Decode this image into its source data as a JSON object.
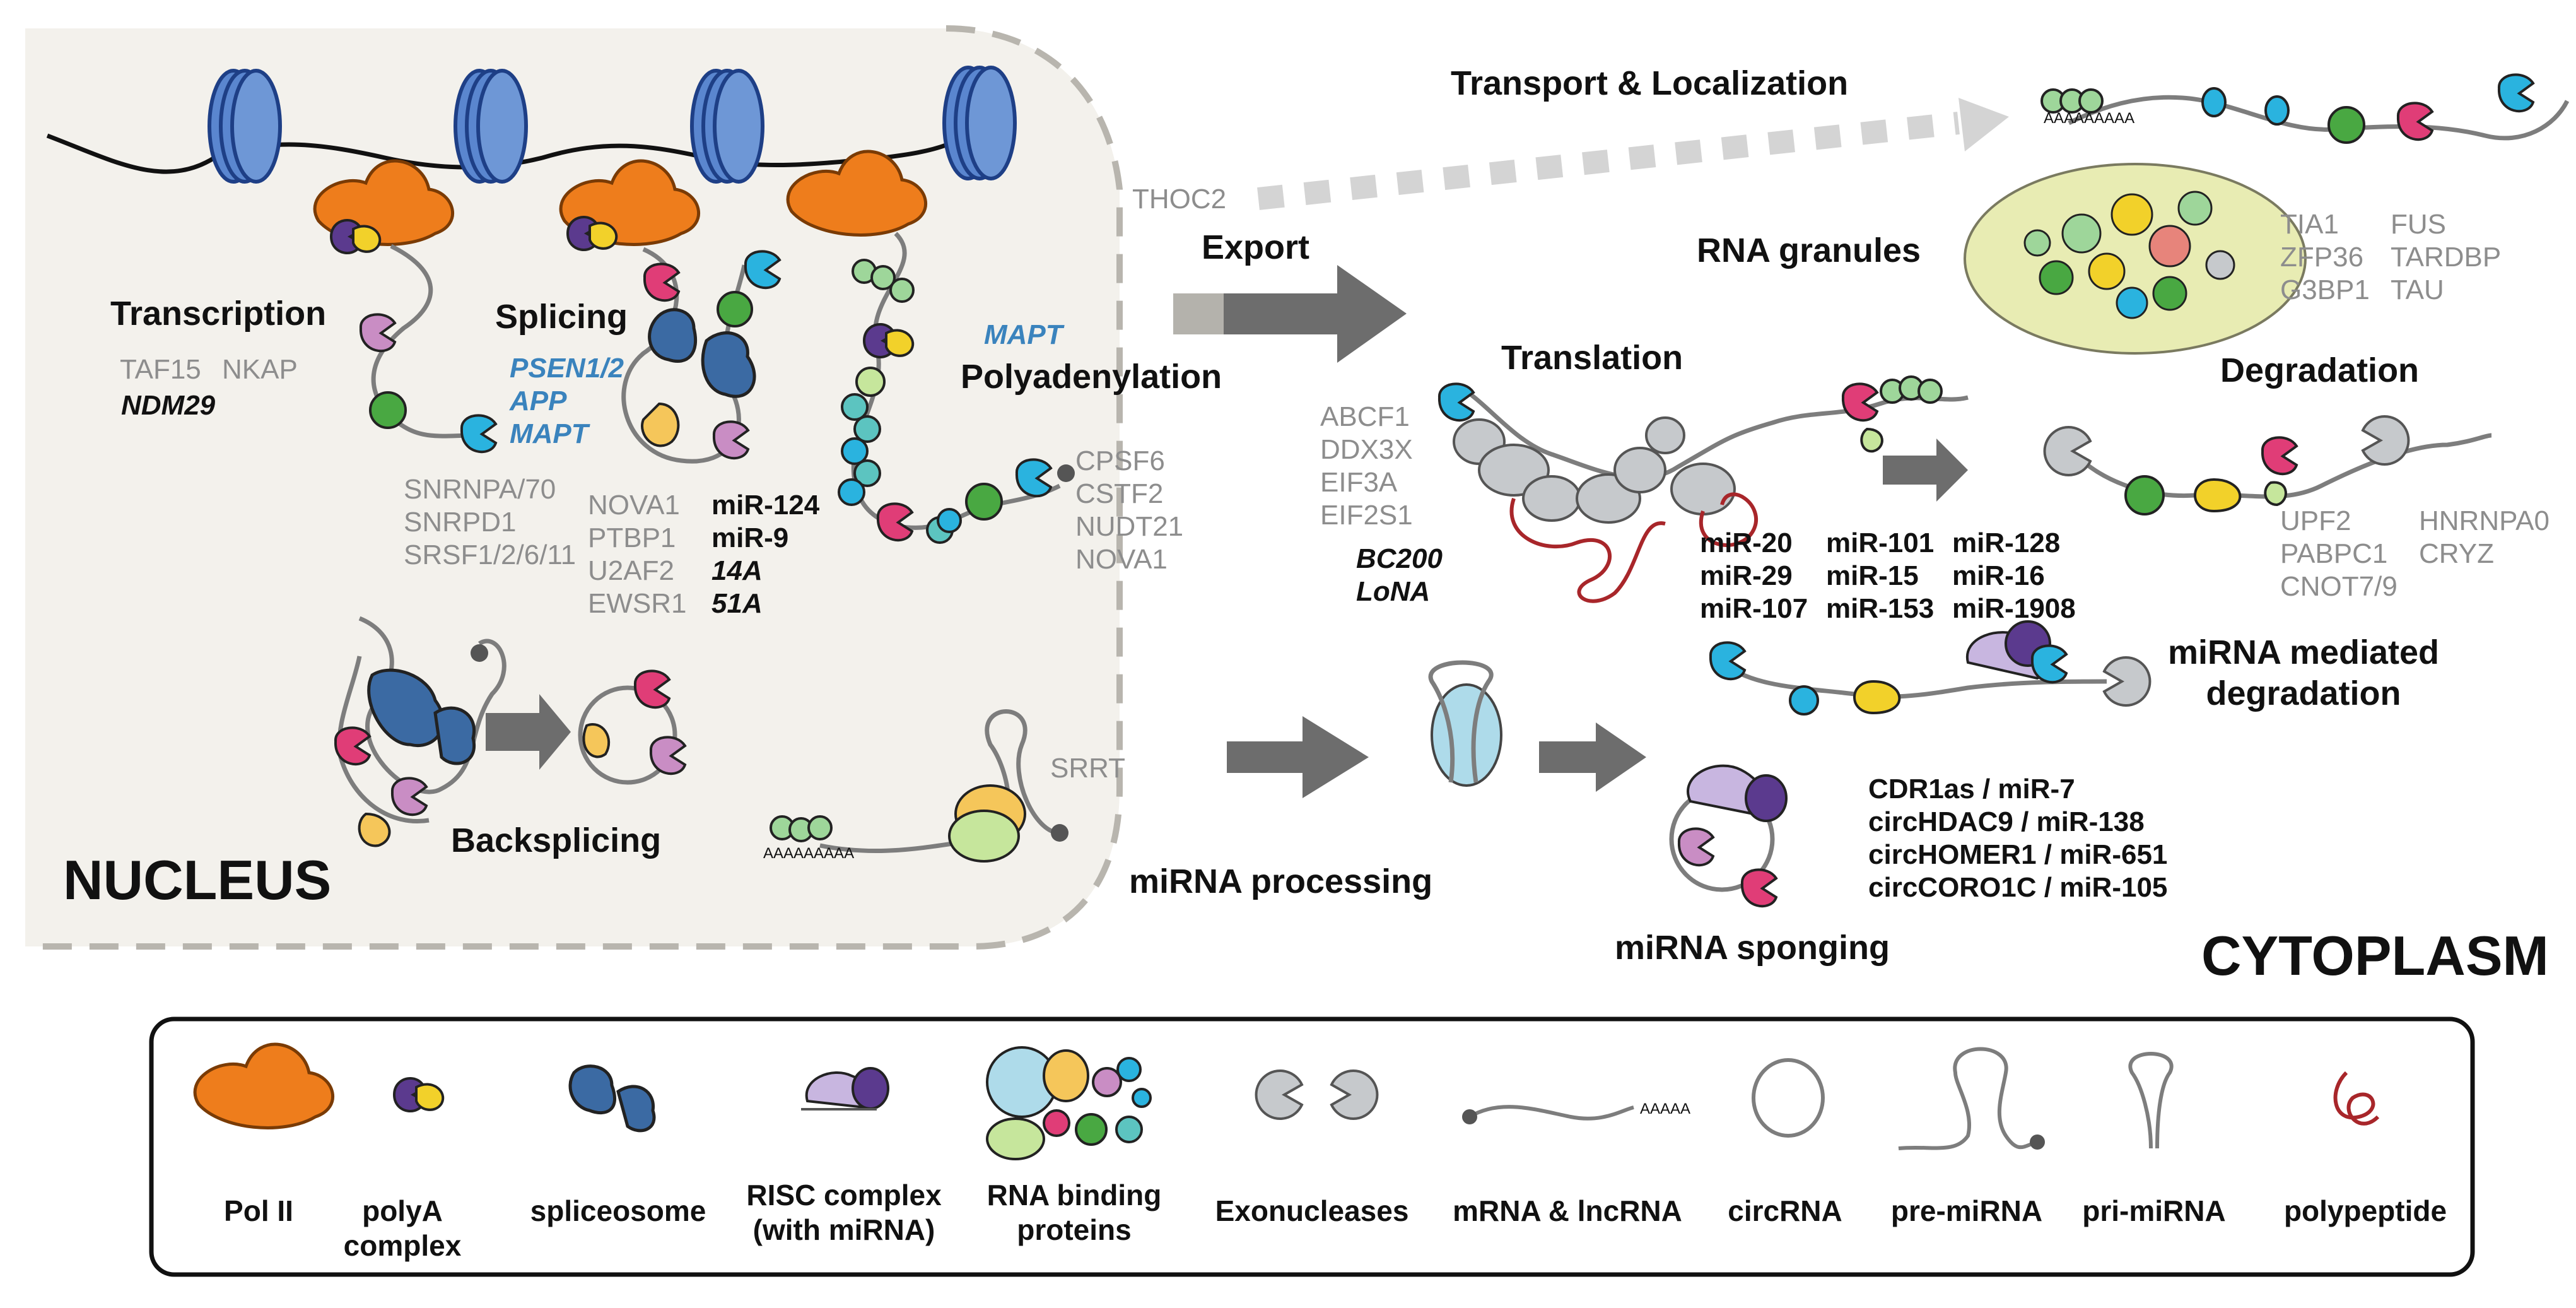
{
  "regions": {
    "nucleus": "NUCLEUS",
    "cytoplasm": "CYTOPLASM"
  },
  "processes": {
    "transcription": {
      "title": "Transcription",
      "genes": [
        "TAF15",
        "NKAP"
      ],
      "lnc": "NDM29"
    },
    "splicing": {
      "title": "Splicing",
      "targets": [
        "PSEN1/2",
        "APP",
        "MAPT"
      ],
      "factors_a": [
        "SNRNPA/70",
        "SNRPD1",
        "SRSF1/2/6/11"
      ],
      "factors_b": [
        "NOVA1",
        "PTBP1",
        "U2AF2",
        "EWSR1"
      ],
      "mirnas": [
        "miR-124",
        "miR-9"
      ],
      "lnc": [
        "14A",
        "51A"
      ]
    },
    "polyadenylation": {
      "title": "Polyadenylation",
      "target": "MAPT",
      "factors": [
        "CPSF6",
        "CSTF2",
        "NUDT21",
        "NOVA1"
      ]
    },
    "backsplicing": {
      "title": "Backsplicing"
    },
    "export": {
      "title": "Export",
      "factor": "THOC2"
    },
    "transport": {
      "title": "Transport & Localization"
    },
    "granules": {
      "title": "RNA granules",
      "col1": [
        "TIA1",
        "ZFP36",
        "G3BP1"
      ],
      "col2": [
        "FUS",
        "TARDBP",
        "TAU"
      ]
    },
    "translation": {
      "title": "Translation",
      "factors": [
        "ABCF1",
        "DDX3X",
        "EIF3A",
        "EIF2S1"
      ],
      "lnc": [
        "BC200",
        "LoNA"
      ]
    },
    "degradation": {
      "title": "Degradation",
      "col1": [
        "UPF2",
        "PABPC1",
        "CNOT7/9"
      ],
      "col2": [
        "HNRNPA0",
        "CRYZ"
      ]
    },
    "mirna_degradation": {
      "title_line1": "miRNA mediated",
      "title_line2": "degradation",
      "col1": [
        "miR-20",
        "miR-29",
        "miR-107"
      ],
      "col2": [
        "miR-101",
        "miR-15",
        "miR-153"
      ],
      "col3": [
        "miR-128",
        "miR-16",
        "miR-1908"
      ]
    },
    "mirna_processing": {
      "title": "miRNA processing",
      "factor": "SRRT"
    },
    "mirna_sponging": {
      "title": "miRNA sponging",
      "pairs": [
        "CDR1as / miR-7",
        "circHDAC9  / miR-138",
        "circHOMER1 / miR-651",
        "circCORO1C / miR-105"
      ]
    }
  },
  "poly_a_label": "AAAAAAAAA",
  "legend": [
    {
      "line1": "Pol II",
      "line2": ""
    },
    {
      "line1": "polyA",
      "line2": "complex"
    },
    {
      "line1": "spliceosome",
      "line2": ""
    },
    {
      "line1": "RISC complex",
      "line2": "(with miRNA)"
    },
    {
      "line1": "RNA binding",
      "line2": "proteins"
    },
    {
      "line1": "Exonucleases",
      "line2": ""
    },
    {
      "line1": "mRNA & lncRNA",
      "line2": ""
    },
    {
      "line1": "circRNA",
      "line2": ""
    },
    {
      "line1": "pre-miRNA",
      "line2": ""
    },
    {
      "line1": "pri-miRNA",
      "line2": ""
    },
    {
      "line1": "polypeptide",
      "line2": ""
    }
  ],
  "legend_polya": "AAAAA",
  "colors": {
    "pol2": "#ee7d1c",
    "spliceosome": "#3b6aa3",
    "polyA_purple": "#5b3a8e",
    "polyA_yellow": "#f2d12a",
    "pink": "#e03d77",
    "green": "#49a842",
    "teal": "#2ab3df",
    "lavender": "#c98dc4",
    "orange_yellow": "#f5c65a",
    "nucleus_bg": "#f3f1ec",
    "granule": "#e8ecb3",
    "gray_protein": "#c6c9cc",
    "polypeptide": "#a8262a"
  }
}
